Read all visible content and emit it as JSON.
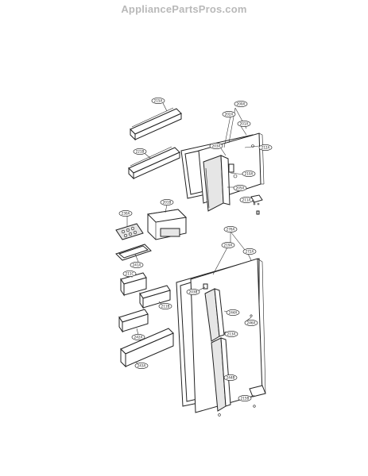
{
  "watermark": "AppliancePartsPros.com",
  "callouts": {
    "c200a": "200A",
    "c202a": "202A",
    "c201a": "201A",
    "c212a": "212A",
    "c203a": "203A",
    "c215a": "215A",
    "c221b": "221B",
    "c210a": "210A",
    "c205a": "205A",
    "c201b": "201B",
    "c211a": "211A",
    "c230a": "230A",
    "c241a": "241A",
    "c276a": "276A",
    "c219a": "219A",
    "c272a": "272A",
    "c203b": "203B",
    "c244a": "244A",
    "c246a": "246A",
    "c211c": "211C",
    "c211b": "211B",
    "c242a": "242A",
    "c244b": "244B",
    "c243a": "243A",
    "c213a": "213A",
    "c215b": "215B"
  }
}
